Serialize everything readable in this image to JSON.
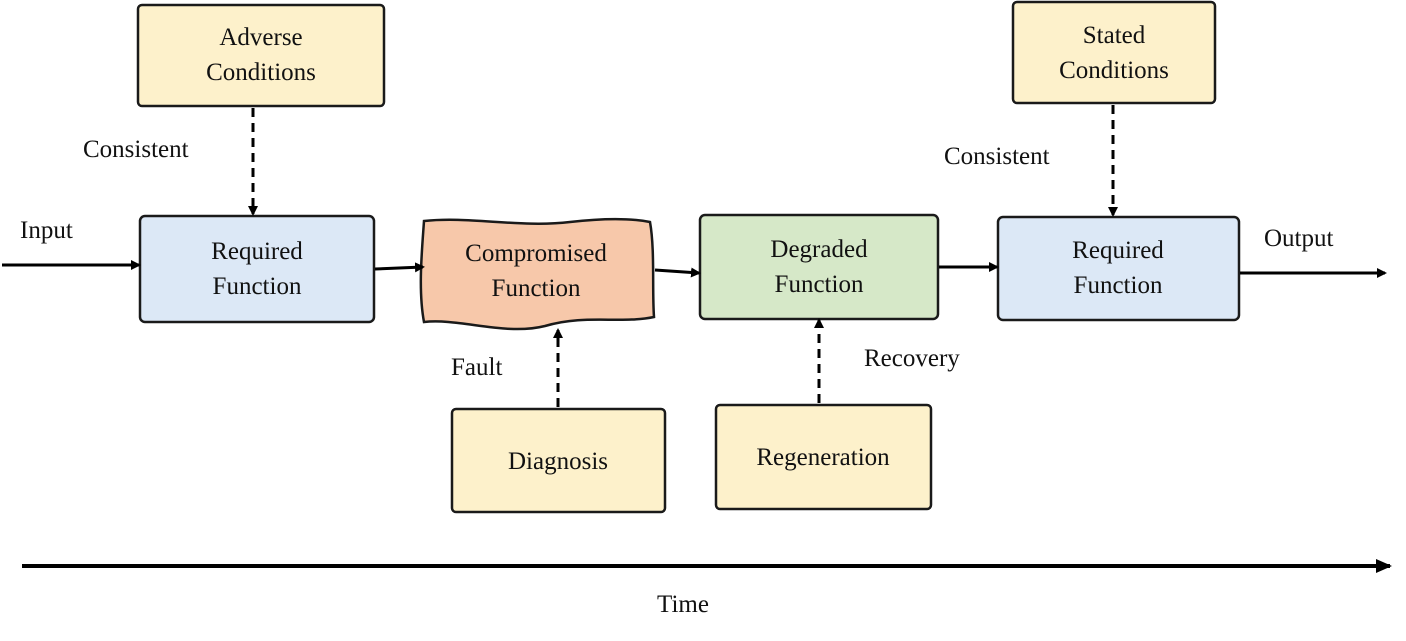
{
  "nodes": {
    "adverse_conditions": {
      "line1": "Adverse",
      "line2": "Conditions",
      "color": "#fdf1cb"
    },
    "stated_conditions": {
      "line1": "Stated",
      "line2": "Conditions",
      "color": "#fdf1cb"
    },
    "required_function_left": {
      "line1": "Required",
      "line2": "Function",
      "color": "#dce8f6"
    },
    "compromised_function": {
      "line1": "Compromised",
      "line2": "Function",
      "color": "#f7c8aa"
    },
    "degraded_function": {
      "line1": "Degraded",
      "line2": "Function",
      "color": "#d6e8c8"
    },
    "required_function_right": {
      "line1": "Required",
      "line2": "Function",
      "color": "#dce8f6"
    },
    "diagnosis": {
      "label": "Diagnosis",
      "color": "#fdf1cb"
    },
    "regeneration": {
      "label": "Regeneration",
      "color": "#fdf1cb"
    }
  },
  "labels": {
    "consistent_left": "Consistent",
    "consistent_right": "Consistent",
    "input": "Input",
    "output": "Output",
    "fault": "Fault",
    "recovery": "Recovery",
    "time": "Time"
  }
}
